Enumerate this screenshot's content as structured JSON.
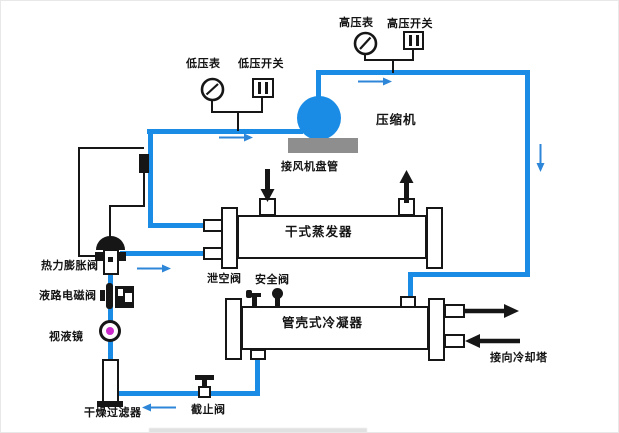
{
  "diagram": {
    "labels": {
      "high_pressure_gauge": "高压表",
      "high_pressure_switch": "高压开关",
      "low_pressure_gauge": "低压表",
      "low_pressure_switch": "低压开关",
      "compressor": "压缩机",
      "to_fan_coil": "接风机盘管",
      "dry_evaporator": "干式蒸发器",
      "vent_valve": "泄空阀",
      "safety_valve": "安全阀",
      "shell_tube_condenser": "管壳式冷凝器",
      "to_cooling_tower": "接向冷却塔",
      "thermal_expansion_valve": "热力膨胀阀",
      "liquid_solenoid_valve": "液路电磁阀",
      "sight_glass": "视液镜",
      "filter_drier": "干燥过滤器",
      "stop_valve": "截止阀"
    },
    "colors": {
      "pipe_blue": "#1a8ce6",
      "arrow_blue": "#2d86d8",
      "line_black": "#161616",
      "compressor_blue": "#1a8ce6",
      "base_gray": "#8e8e8e",
      "sight_glass_pink": "#cb2ccb",
      "background": "#ffffff"
    }
  }
}
